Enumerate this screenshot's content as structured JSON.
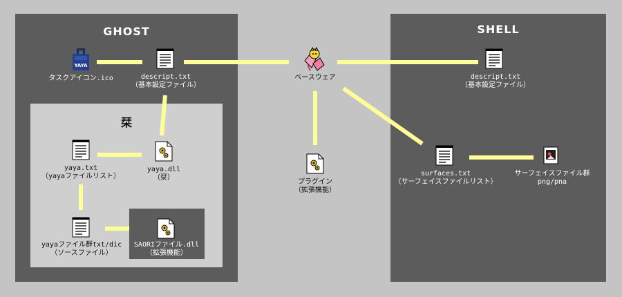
{
  "ghost": {
    "title": "GHOST",
    "task_icon": {
      "label": "タスクアイコン.ico",
      "badge": "YAYA"
    },
    "descript": {
      "name": "descript.txt",
      "desc": "（基本設定ファイル）"
    }
  },
  "satori": {
    "title": "栞",
    "yaya_txt": {
      "name": "yaya.txt",
      "desc": "（yayaファイルリスト）"
    },
    "yaya_dll": {
      "name": "yaya.dll",
      "desc": "（栞）"
    },
    "dic": {
      "name": "yayaファイル群txt/dic",
      "desc": "（ソースファイル）"
    },
    "saori": {
      "name": "SAORIファイル.dll",
      "desc": "（拡張機能）"
    }
  },
  "baseware": {
    "label": "ベースウェア"
  },
  "plugin": {
    "name": "プラグイン",
    "desc": "（拡張機能）"
  },
  "shell": {
    "title": "SHELL",
    "descript": {
      "name": "descript.txt",
      "desc": "（基本設定ファイル）"
    },
    "surfaces": {
      "name": "surfaces.txt",
      "desc": "（サーフェイスファイルリスト）"
    },
    "images": {
      "name": "サーフェイスファイル群",
      "desc": "png/pna"
    }
  },
  "colors": {
    "wire": "#ffff99",
    "dark_panel": "#5c5c5c",
    "light_panel": "#cfcfcf",
    "background": "#c4c4c4"
  }
}
